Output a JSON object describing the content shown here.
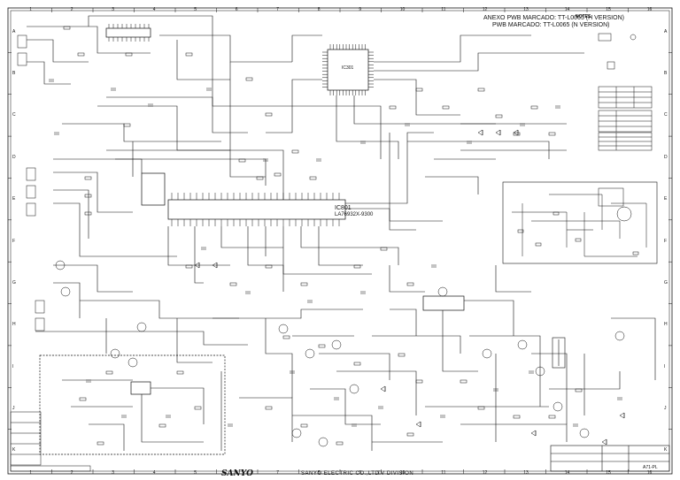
{
  "colors": {
    "ink": "#111111",
    "paper": "#ffffff"
  },
  "header": {
    "note_line_1": "ANEXO PWB MARCADO: TT-L0065 (H VERSION)",
    "note_line_2": "PWB MARCADO: TT-L0065 (N VERSION)",
    "notes_title": "NOTES"
  },
  "grid": {
    "columns": [
      "1",
      "2",
      "3",
      "4",
      "5",
      "6",
      "7",
      "8",
      "9",
      "10",
      "11",
      "12",
      "13",
      "14",
      "15",
      "16"
    ],
    "rows": [
      "A",
      "B",
      "C",
      "D",
      "E",
      "F",
      "G",
      "H",
      "I",
      "J",
      "K"
    ]
  },
  "ics": {
    "main_ic_ref": "IC801",
    "main_ic_part": "LA76932X-9300",
    "tuner_ic_ref": "IC301"
  },
  "footer": {
    "company": "SANYO ELECTRIC CO.,LTD.",
    "division": "TV DIVISION",
    "logo": "SANYO"
  },
  "title_block": {
    "ref": "A71-PL"
  }
}
